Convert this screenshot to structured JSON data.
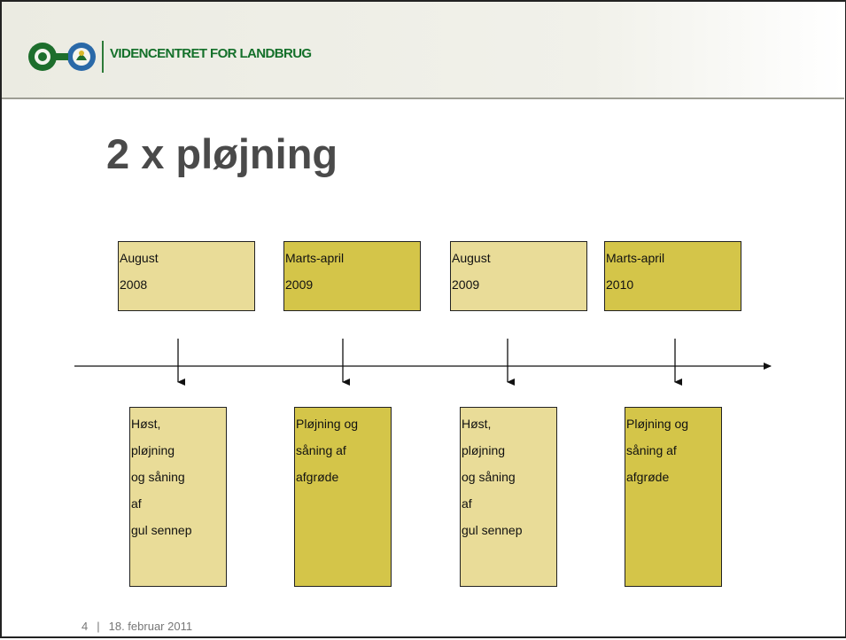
{
  "header": {
    "brand": "VIDENCENTRET FOR LANDBRUG",
    "logo": "videncentret-logo"
  },
  "slide": {
    "title": "2 x pløjning"
  },
  "timeline": {
    "top_boxes": [
      {
        "line1": "August",
        "line2": "2008",
        "shade": "light"
      },
      {
        "line1": "Marts-april",
        "line2": "2009",
        "shade": "dark"
      },
      {
        "line1": "August",
        "line2": "2009",
        "shade": "light"
      },
      {
        "line1": "Marts-april",
        "line2": "2010",
        "shade": "dark"
      }
    ],
    "bottom_boxes": [
      {
        "lines": [
          "Høst,",
          "pløjning",
          "og såning",
          "af",
          "gul sennep"
        ],
        "shade": "light"
      },
      {
        "lines": [
          "Pløjning og",
          "såning af",
          "afgrøde"
        ],
        "shade": "dark"
      },
      {
        "lines": [
          "Høst,",
          "pløjning",
          "og såning",
          "af",
          "gul sennep"
        ],
        "shade": "light"
      },
      {
        "lines": [
          "Pløjning og",
          "såning af",
          "afgrøde"
        ],
        "shade": "dark"
      }
    ]
  },
  "footer": {
    "page_number": "4",
    "separator": "|",
    "date": "18. februar 2011"
  },
  "colors": {
    "light_box": "#e9dc98",
    "dark_box": "#d4c549",
    "brand_green": "#14702a"
  }
}
